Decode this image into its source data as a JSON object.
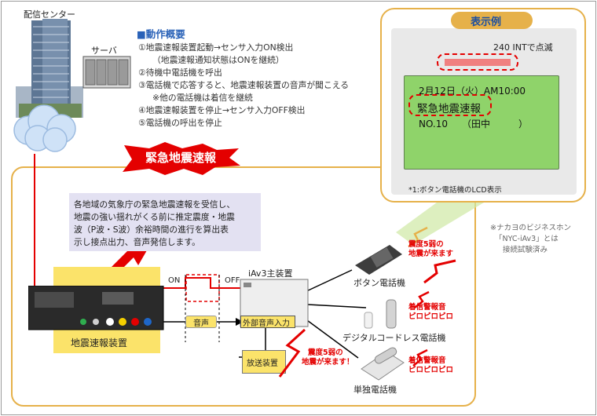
{
  "center": {
    "label": "配信センター",
    "server_label": "サーバ"
  },
  "overview": {
    "title": "■動作概要",
    "steps": [
      "①地震速報装置起動→センサ入力ON検出",
      "（地震速報通知状態はONを継続）",
      "②待機中電話機を呼出",
      "③電話機で応答すると、地震速報装置の音声が聞こえる",
      "※他の電話機は着信を継続",
      "④地震速報装置を停止→センサ入力OFF検出",
      "⑤電話機の呼出を停止"
    ]
  },
  "banner": {
    "text": "緊急地震速報"
  },
  "description": {
    "lines": [
      "各地域の気象庁の緊急地震速報を受信し、",
      "地震の強い揺れがくる前に推定震度・地震",
      "波（P波・S波）余裕時間の進行を算出表",
      "示し接点出力、音声発信します。"
    ]
  },
  "display_example": {
    "title": "表示例",
    "blink_note": "240 INTで点滅",
    "lcd_lines": [
      "2月12日（火）AM10:00",
      "緊急地震速報",
      "NO.10　　（田中　　　）"
    ],
    "footnote": "*1:ボタン電話機のLCD表示"
  },
  "device": {
    "label": "地震速報装置"
  },
  "signals": {
    "on": "ON",
    "off": "OFF",
    "audio": "音声"
  },
  "main_unit": {
    "label": "iAv3主装置",
    "ext_input": "外部音声入力"
  },
  "broadcast": {
    "label": "放送装置",
    "alert": [
      "震度5弱の",
      "地震が来ます！"
    ]
  },
  "phones": [
    {
      "label": "ボタン電話機",
      "alert": [
        "震度5弱の",
        "地震が来ます"
      ]
    },
    {
      "label": "デジタルコードレス電話機",
      "alert": [
        "着信警報音",
        "ピロピロピロ"
      ]
    },
    {
      "label": "単独電話機",
      "alert": [
        "着信警報音",
        "ピロピロピロ"
      ]
    }
  ],
  "note": {
    "lines": [
      "※ナカヨのビジネスホン",
      "「NYC-iAv3」とは",
      "接続試験済み"
    ]
  },
  "colors": {
    "accent_orange": "#e6b14a",
    "alert_red": "#e40000",
    "lcd_green": "#8fd36a",
    "title_blue": "#2a62b8"
  }
}
